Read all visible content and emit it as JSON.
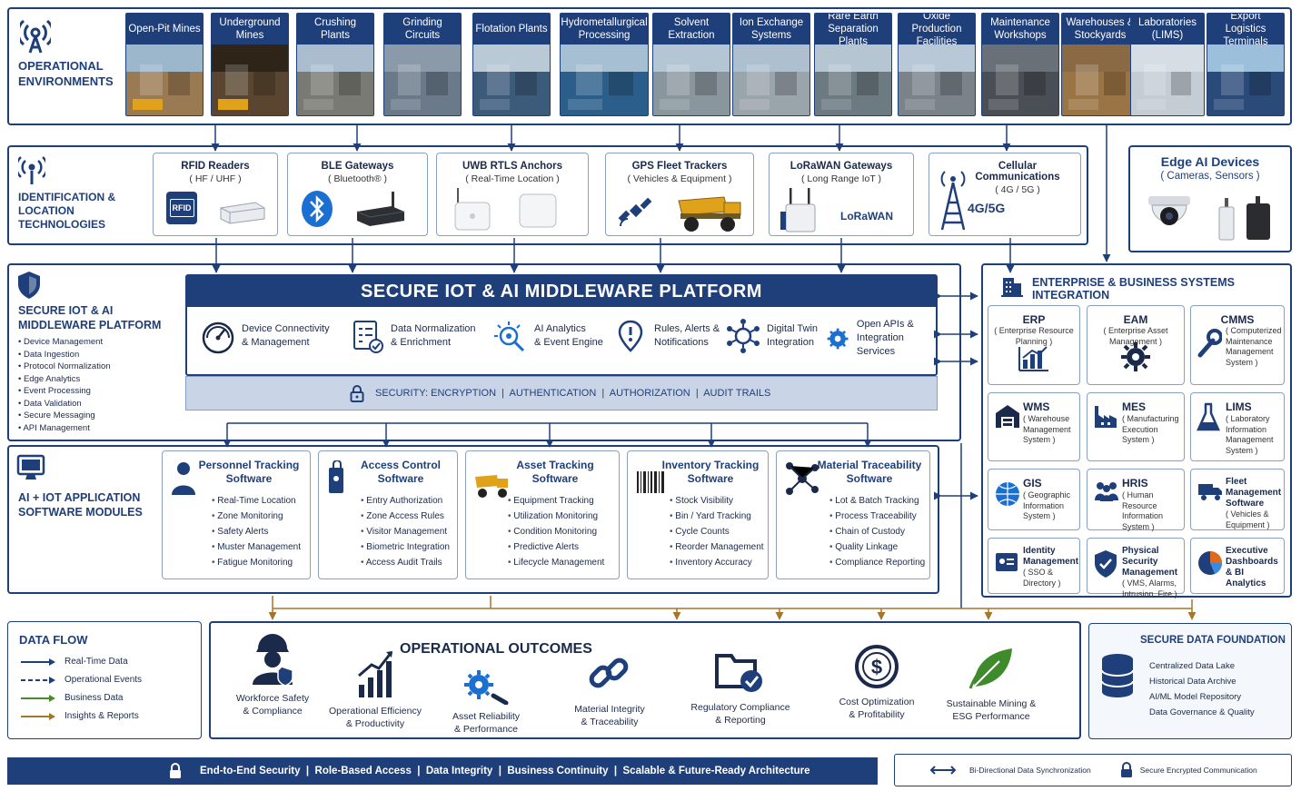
{
  "environments": {
    "title": "OPERATIONAL ENVIRONMENTS",
    "tiles": [
      {
        "label": "Open-Pit Mines"
      },
      {
        "label": "Underground Mines"
      },
      {
        "label": "Crushing Plants"
      },
      {
        "label": "Grinding Circuits"
      },
      {
        "label": "Flotation Plants"
      },
      {
        "label": "Hydrometallurgical Processing"
      },
      {
        "label": "Solvent Extraction"
      },
      {
        "label": "Ion Exchange Systems"
      },
      {
        "label": "Rare Earth Separation Plants"
      },
      {
        "label": "Oxide Production Facilities"
      },
      {
        "label": "Maintenance Workshops"
      },
      {
        "label": "Warehouses & Stockyards"
      },
      {
        "label": "Laboratories (LIMS)"
      },
      {
        "label": "Export Logistics Terminals"
      }
    ]
  },
  "identification": {
    "title": "IDENTIFICATION & LOCATION TECHNOLOGIES",
    "boxes": [
      {
        "title": "RFID Readers",
        "sub": "( HF / UHF )",
        "tag": "RFID"
      },
      {
        "title": "BLE Gateways",
        "sub": "( Bluetooth® )"
      },
      {
        "title": "UWB RTLS Anchors",
        "sub": "( Real-Time Location )"
      },
      {
        "title": "GPS Fleet Trackers",
        "sub": "( Vehicles & Equipment )"
      },
      {
        "title": "LoRaWAN Gateways",
        "sub": "( Long Range IoT )",
        "tag": "LoRaWAN"
      },
      {
        "title": "Cellular Communications",
        "sub": "( 4G / 5G )",
        "tag": "4G/5G"
      }
    ],
    "edge": {
      "title": "Edge AI Devices",
      "sub": "( Cameras, Sensors )"
    }
  },
  "middleware": {
    "side_title": "SECURE IOT & AI MIDDLEWARE PLATFORM",
    "side_bullets": [
      "Device Management",
      "Data Ingestion",
      "Protocol Normalization",
      "Edge Analytics",
      "Event Processing",
      "Data Validation",
      "Secure Messaging",
      "API Management"
    ],
    "header": "SECURE IOT & AI MIDDLEWARE PLATFORM",
    "features": [
      {
        "l1": "Device Connectivity",
        "l2": "& Management"
      },
      {
        "l1": "Data Normalization",
        "l2": "& Enrichment"
      },
      {
        "l1": "AI Analytics",
        "l2": "& Event Engine"
      },
      {
        "l1": "Rules, Alerts &",
        "l2": "Notifications"
      },
      {
        "l1": "Digital Twin",
        "l2": "Integration"
      },
      {
        "l1": "Open APIs &",
        "l2": "Integration Services"
      }
    ],
    "security": "SECURITY: ENCRYPTION  |  AUTHENTICATION  |  AUTHORIZATION  |  AUDIT TRAILS"
  },
  "modules": {
    "title": "AI + IOT APPLICATION SOFTWARE MODULES",
    "items": [
      {
        "t1": "Personnel Tracking",
        "t2": "Software",
        "bullets": [
          "Real-Time Location",
          "Zone Monitoring",
          "Safety Alerts",
          "Muster Management",
          "Fatigue Monitoring"
        ]
      },
      {
        "t1": "Access Control",
        "t2": "Software",
        "bullets": [
          "Entry Authorization",
          "Zone Access Rules",
          "Visitor Management",
          "Biometric Integration",
          "Access Audit Trails"
        ]
      },
      {
        "t1": "Asset Tracking",
        "t2": "Software",
        "bullets": [
          "Equipment Tracking",
          "Utilization Monitoring",
          "Condition Monitoring",
          "Predictive Alerts",
          "Lifecycle Management"
        ]
      },
      {
        "t1": "Inventory Tracking",
        "t2": "Software",
        "bullets": [
          "Stock Visibility",
          "Bin / Yard Tracking",
          "Cycle Counts",
          "Reorder Management",
          "Inventory Accuracy"
        ]
      },
      {
        "t1": "Material Traceability",
        "t2": "Software",
        "bullets": [
          "Lot & Batch Tracking",
          "Process Traceability",
          "Chain of Custody",
          "Quality Linkage",
          "Compliance Reporting"
        ]
      }
    ]
  },
  "enterprise": {
    "title": "ENTERPRISE & BUSINESS SYSTEMS INTEGRATION",
    "items": [
      {
        "t": "ERP",
        "s": "( Enterprise Resource Planning )"
      },
      {
        "t": "EAM",
        "s": "( Enterprise Asset Management )"
      },
      {
        "t": "CMMS",
        "s": "( Computerized Maintenance Management System )"
      },
      {
        "t": "WMS",
        "s": "( Warehouse Management System )"
      },
      {
        "t": "MES",
        "s": "( Manufacturing Execution System )"
      },
      {
        "t": "LIMS",
        "s": "( Laboratory Information Management System )"
      },
      {
        "t": "GIS",
        "s": "( Geographic Information System )"
      },
      {
        "t": "HRIS",
        "s": "( Human Resource Information System )"
      },
      {
        "t": "Fleet Management Software",
        "s": "( Vehicles & Equipment )"
      },
      {
        "t": "Identity Management",
        "s": "( SSO & Directory )"
      },
      {
        "t": "Physical Security Management",
        "s": "( VMS, Alarms, Intrusion, Fire )"
      },
      {
        "t": "Executive Dashboards & BI Analytics",
        "s": ""
      }
    ]
  },
  "dataflow": {
    "title": "DATA FLOW",
    "items": [
      {
        "label": "Real-Time Data",
        "color": "#1f3f7a",
        "dash": false
      },
      {
        "label": "Operational Events",
        "color": "#1f3f7a",
        "dash": true
      },
      {
        "label": "Business Data",
        "color": "#4a8a2a",
        "dash": false
      },
      {
        "label": "Insights & Reports",
        "color": "#a8742a",
        "dash": false
      }
    ]
  },
  "outcomes": {
    "title": "OPERATIONAL OUTCOMES",
    "items": [
      {
        "l1": "Workforce Safety",
        "l2": "& Compliance"
      },
      {
        "l1": "Operational Efficiency",
        "l2": "& Productivity"
      },
      {
        "l1": "Asset Reliability",
        "l2": "& Performance"
      },
      {
        "l1": "Material Integrity",
        "l2": "& Traceability"
      },
      {
        "l1": "Regulatory Compliance",
        "l2": "& Reporting"
      },
      {
        "l1": "Cost Optimization",
        "l2": "& Profitability"
      },
      {
        "l1": "Sustainable Mining &",
        "l2": "ESG Performance"
      }
    ]
  },
  "foundation": {
    "title": "SECURE DATA FOUNDATION",
    "bullets": [
      "Centralized Data Lake",
      "Historical Data Archive",
      "AI/ML Model Repository",
      "Data Governance & Quality"
    ]
  },
  "footer": {
    "banner": "End-to-End Security  |  Role-Based Access  |  Data Integrity  |  Business Continuity  |  Scalable & Future-Ready Architecture",
    "legend1": "Bi-Directional Data Synchronization",
    "legend2": "Secure Encrypted Communication"
  },
  "colors": {
    "navy": "#1f3f7a",
    "green": "#4a8a2a",
    "gold": "#a8742a",
    "light": "#c9d5e6"
  }
}
